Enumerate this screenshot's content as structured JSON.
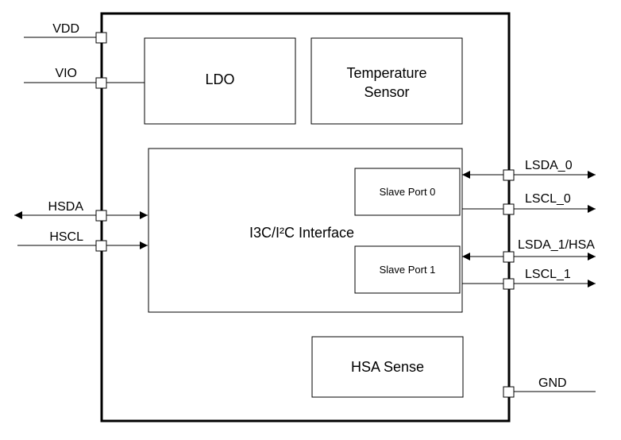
{
  "blocks": {
    "ldo": "LDO",
    "temp_line1": "Temperature",
    "temp_line2": "Sensor",
    "interface": "I3C/I²C Interface",
    "slave_port_0": "Slave Port 0",
    "slave_port_1": "Slave Port 1",
    "hsa_sense": "HSA Sense"
  },
  "pins": {
    "vdd": "VDD",
    "vio": "VIO",
    "hsda": "HSDA",
    "hscl": "HSCL",
    "lsda_0": "LSDA_0",
    "lscl_0": "LSCL_0",
    "lsda_1": "LSDA_1/HSA",
    "lscl_1": "LSCL_1",
    "gnd": "GND"
  },
  "colors": {
    "line": "#000000",
    "background": "#ffffff"
  }
}
